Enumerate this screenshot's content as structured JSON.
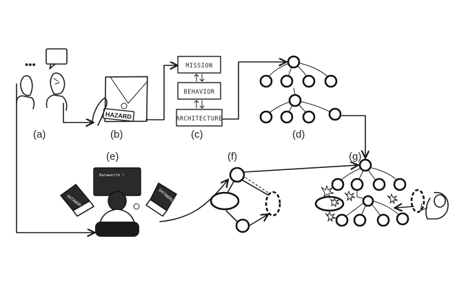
{
  "labels": {
    "a": "(a)",
    "b": "(b)",
    "c": "(c)",
    "d": "(d)",
    "e": "(e)",
    "f": "(f)",
    "g": "(g)"
  },
  "stack_boxes": {
    "mission": "MISSION",
    "behavior": "BEHAVIOR",
    "architecture": "ARCHITECTURE"
  },
  "envelope_tag": "HAZARD",
  "screens": {
    "main": "Dataworld !",
    "left": "DATAWORLD",
    "right": "DATAWORLD"
  },
  "speech_ellipsis": "•••",
  "colors": {
    "ink": "#1a1a1a",
    "paper": "#ffffff",
    "screen": "#2a2a2a"
  }
}
